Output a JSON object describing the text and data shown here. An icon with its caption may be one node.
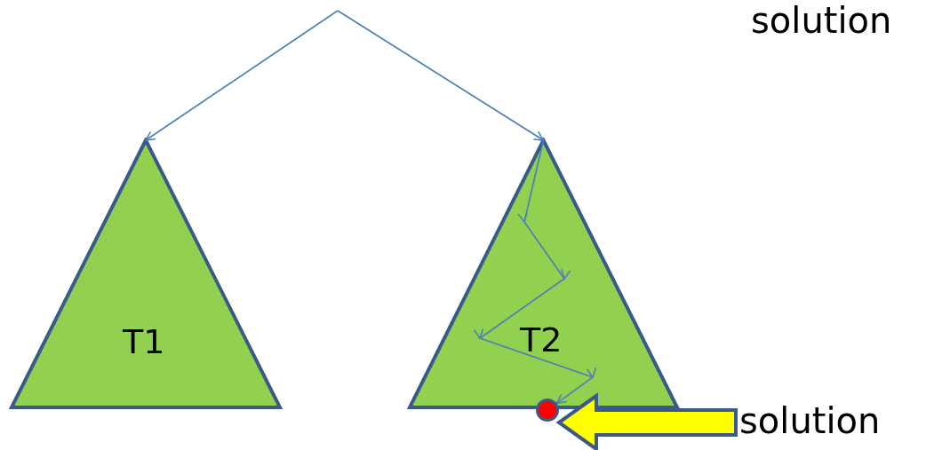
{
  "diagram": {
    "nodes": [
      {
        "text": [
          "T1"
        ]
      },
      {
        "text": [
          "T2"
        ]
      },
      {
        "text": [],
        "shape": "circle"
      },
      {
        "text": [
          "solution"
        ]
      }
    ],
    "edges": [
      {
        "from": null,
        "to": 0,
        "arrow": "to"
      },
      {
        "from": null,
        "to": 1,
        "arrow": "to"
      },
      {
        "from": 1,
        "to": 2,
        "arrow": "to"
      },
      {
        "from": 3,
        "to": 2,
        "arrow": "to",
        "style": "thick",
        "color": "#ffff00"
      }
    ],
    "labels": [
      "solution"
    ]
  }
}
